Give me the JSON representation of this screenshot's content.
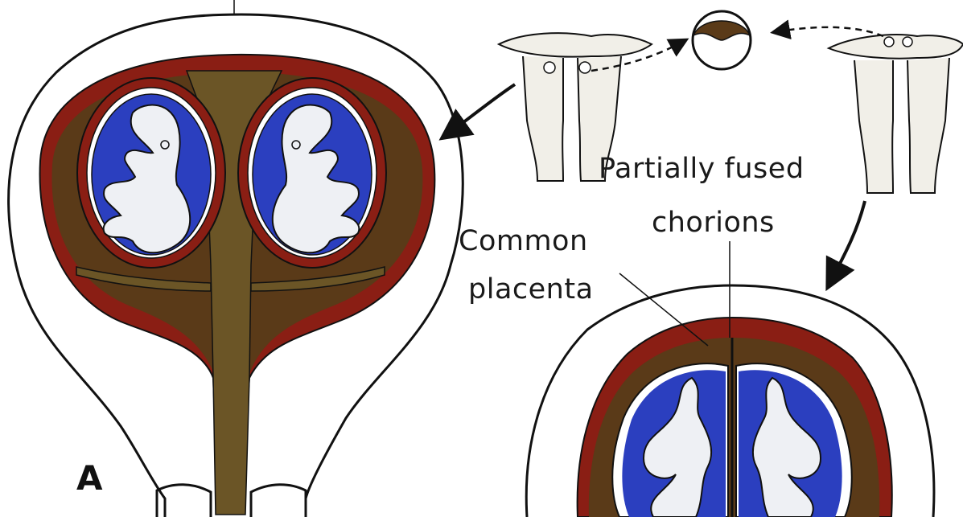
{
  "labels": {
    "partially_fused_line1": "Partially fused",
    "partially_fused_line2": "chorions",
    "common_line1": "Common",
    "common_line2": "placenta",
    "panel": "A"
  },
  "colors": {
    "wall": "#8a1e14",
    "decidua": "#5a3a18",
    "placenta": "#6b5526",
    "amnion_fluid": "#2b3fbf",
    "embryo": "#eef0f4",
    "outline": "#111111",
    "tube": "#f1efe8"
  }
}
